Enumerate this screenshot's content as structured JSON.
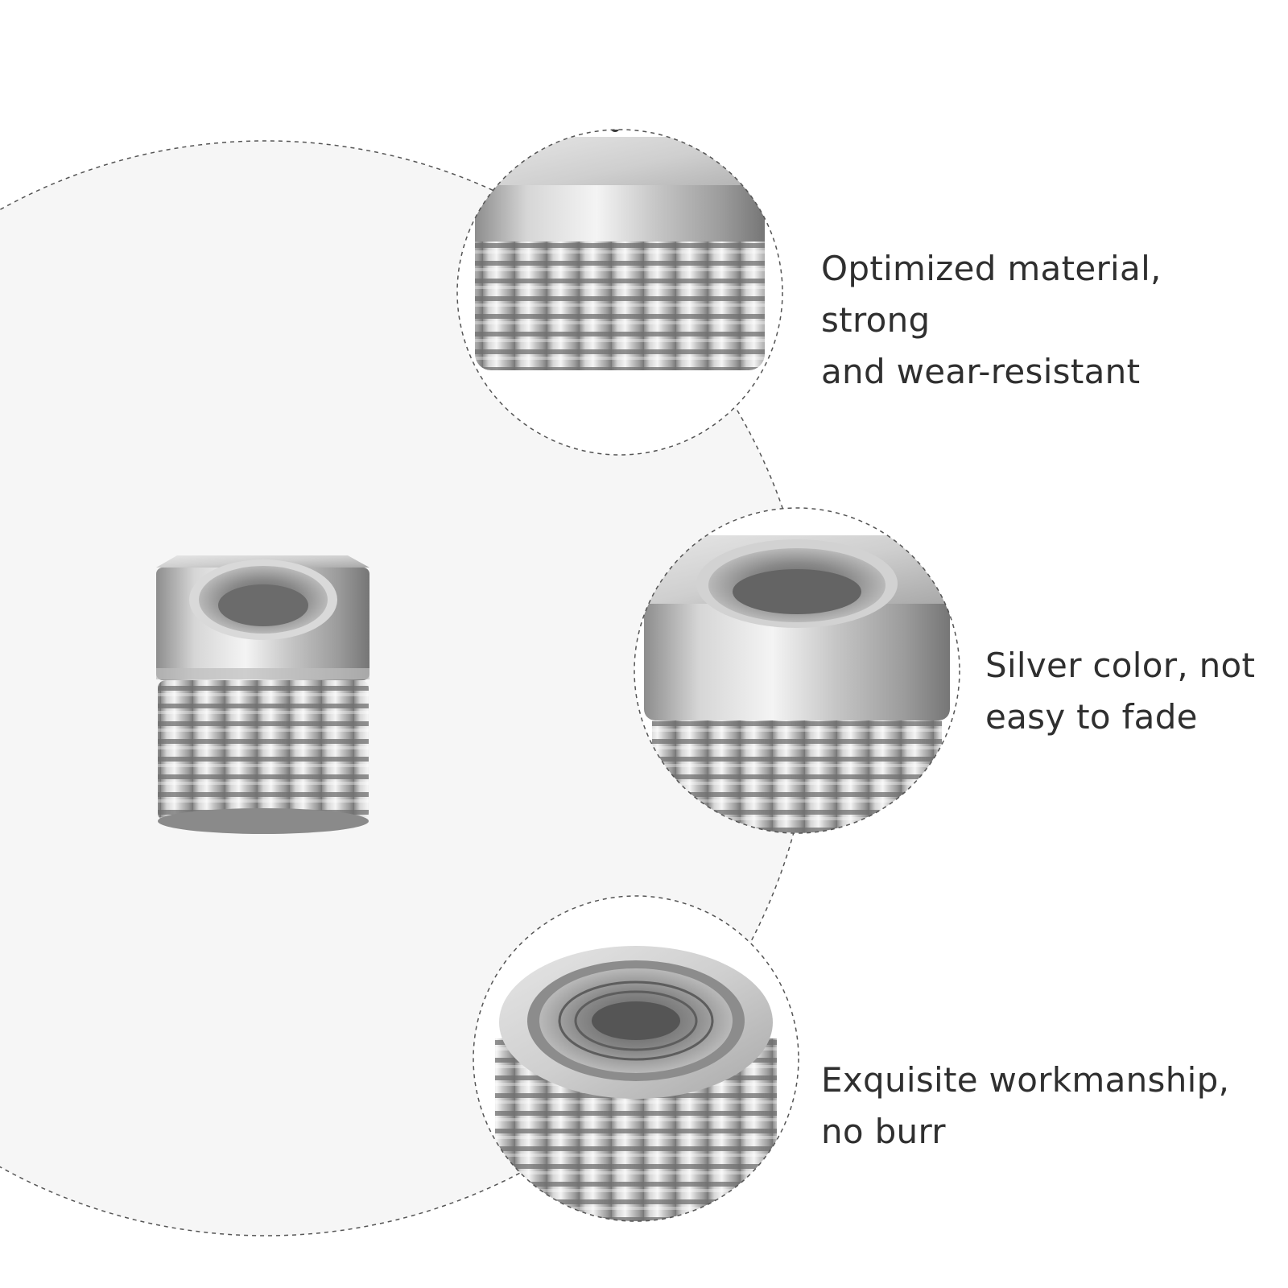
{
  "features": [
    {
      "lines": [
        "Optimized material, strong",
        "and wear-resistant"
      ]
    },
    {
      "lines": [
        "Silver color, not",
        "easy to fade"
      ]
    },
    {
      "lines": [
        "Exquisite workmanship,",
        "no burr"
      ]
    }
  ],
  "colors": {
    "background": "#ffffff",
    "backdrop_circle": "#f6f6f6",
    "dashed_outline": "#555555",
    "caption_text": "#2f2f2f",
    "metal": "#c9c9c9"
  }
}
